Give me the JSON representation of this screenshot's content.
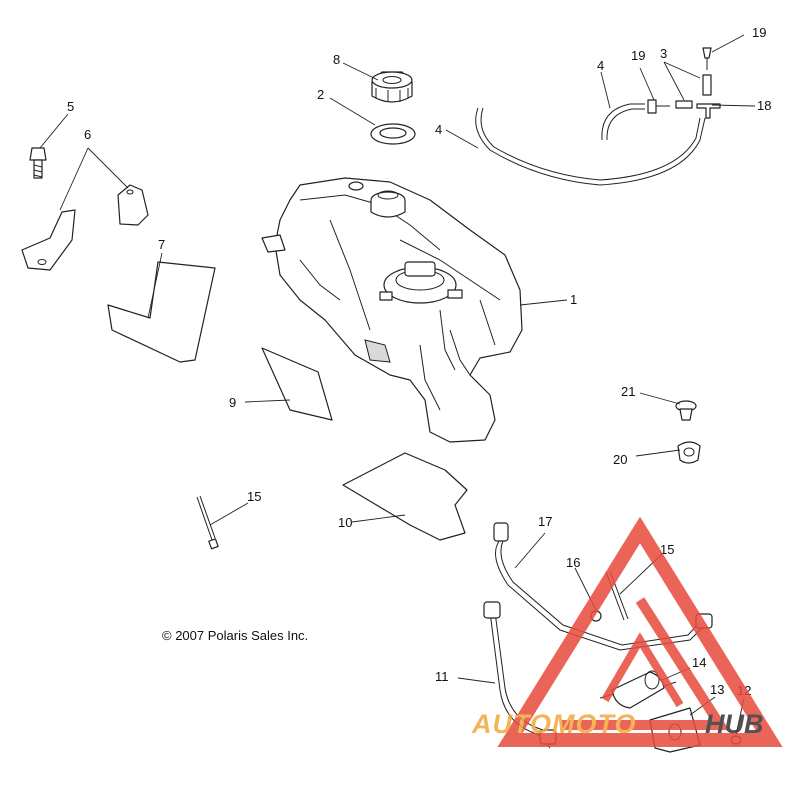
{
  "copyright": "© 2007 Polaris Sales Inc.",
  "watermark": {
    "text_left": "AUTOMOTO",
    "text_right": "HUB",
    "color": "#e84a3c",
    "accent": "#f2a93b"
  },
  "callouts": [
    {
      "id": "c1",
      "label": "1"
    },
    {
      "id": "c2",
      "label": "2"
    },
    {
      "id": "c3",
      "label": "3"
    },
    {
      "id": "c4a",
      "label": "4"
    },
    {
      "id": "c4b",
      "label": "4"
    },
    {
      "id": "c5",
      "label": "5"
    },
    {
      "id": "c6",
      "label": "6"
    },
    {
      "id": "c7",
      "label": "7"
    },
    {
      "id": "c8",
      "label": "8"
    },
    {
      "id": "c9",
      "label": "9"
    },
    {
      "id": "c10",
      "label": "10"
    },
    {
      "id": "c11",
      "label": "11"
    },
    {
      "id": "c12",
      "label": "12"
    },
    {
      "id": "c13",
      "label": "13"
    },
    {
      "id": "c14",
      "label": "14"
    },
    {
      "id": "c15a",
      "label": "15"
    },
    {
      "id": "c15b",
      "label": "15"
    },
    {
      "id": "c16",
      "label": "16"
    },
    {
      "id": "c17",
      "label": "17"
    },
    {
      "id": "c18",
      "label": "18"
    },
    {
      "id": "c19a",
      "label": "19"
    },
    {
      "id": "c19b",
      "label": "19"
    },
    {
      "id": "c20",
      "label": "20"
    },
    {
      "id": "c21",
      "label": "21"
    }
  ]
}
